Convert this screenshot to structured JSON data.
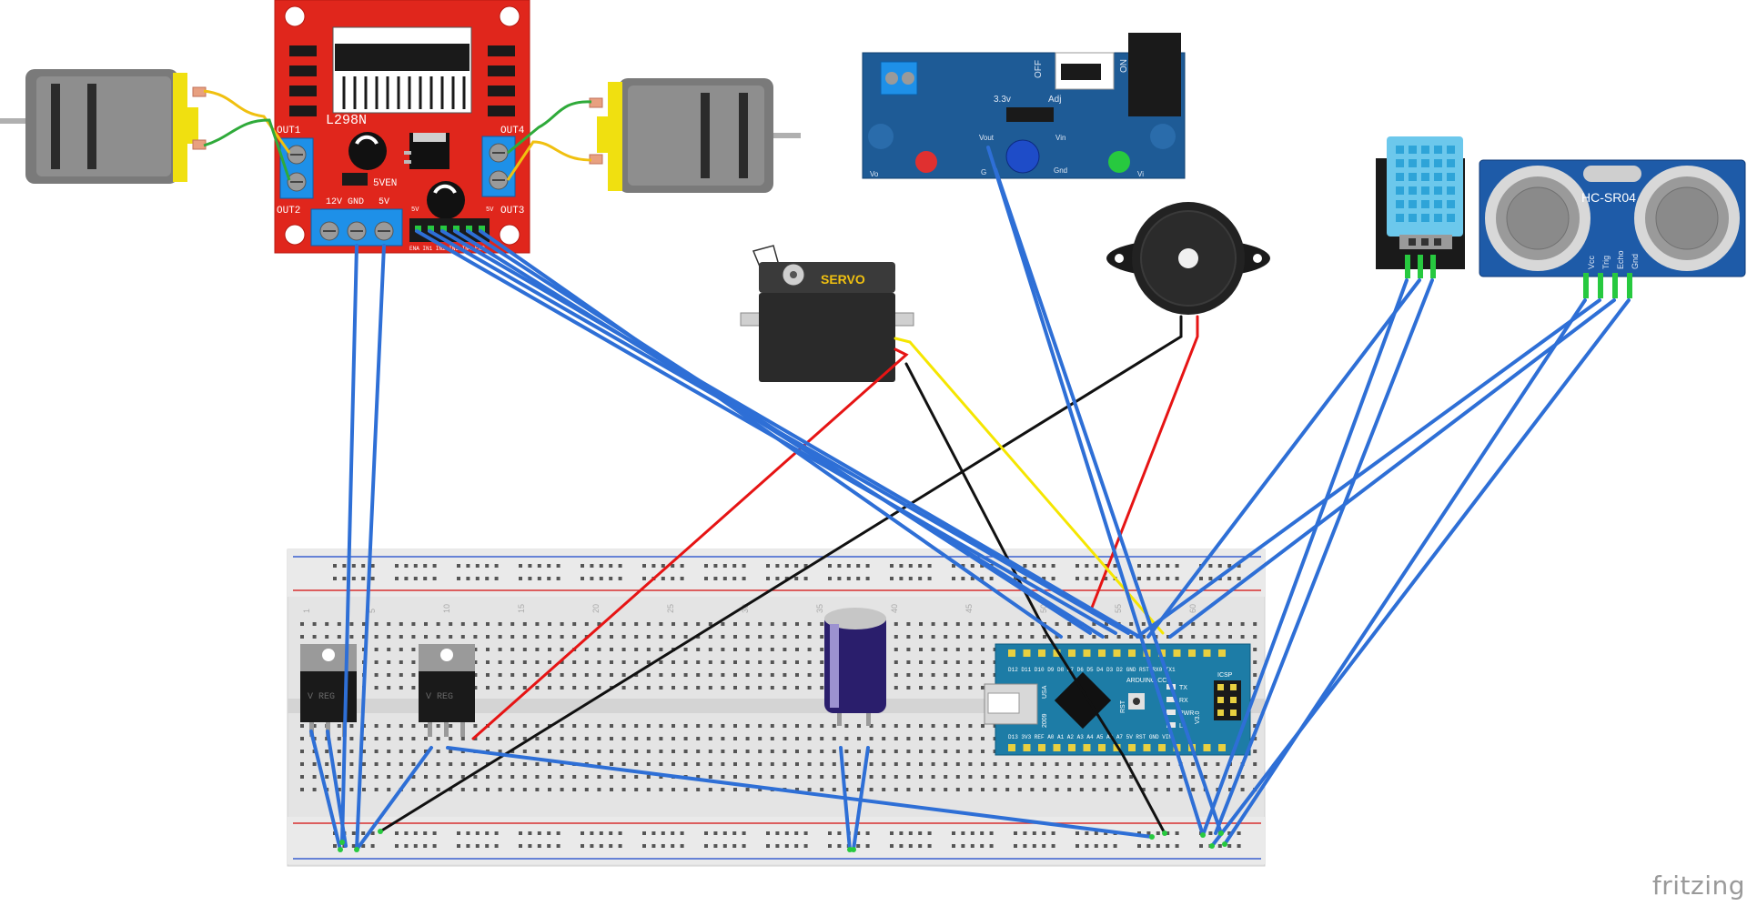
{
  "modules": {
    "driver": {
      "chip": "L298N",
      "out1": "OUT1",
      "out2": "OUT2",
      "out3": "OUT3",
      "out4": "OUT4",
      "pwr_12v": "12V",
      "pwr_gnd": "GND",
      "pwr_5v": "5V",
      "jumper": "5VEN",
      "pin_left": "5V",
      "pin_right": "5V",
      "logic_pins": "ENA IN1 IN2 IN3 IN4 ENB"
    },
    "power_supply": {
      "off": "OFF",
      "on": "ON",
      "v33": "3.3v",
      "adj": "Adj",
      "vout": "Vout",
      "vin": "Vin",
      "gnd": "Gnd",
      "vo": "Vo",
      "vi": "Vi",
      "g": "G"
    },
    "servo": {
      "label": "SERVO"
    },
    "sonar": {
      "model": "HC-SR04",
      "vcc": "Vcc",
      "trig": "Trig",
      "echo": "Echo",
      "gnd": "Gnd"
    },
    "regulator": {
      "label": "V REG"
    },
    "nano": {
      "top_pins": "D12 D11 D10 D9 D8 D7 D6 D5 D4 D3 D2 GND RST RX0 TX1",
      "bottom_pins": "D13 3V3 REF A0 A1 A2 A3 A4 A5 A6 A7 5V RST GND VIN",
      "brand": "ARDUINO.CC",
      "version": "V3.0",
      "country": "USA",
      "year": "2009",
      "icsp": "ICSP",
      "rst": "RST",
      "tx": "TX",
      "rx": "RX",
      "pwr": "PWR",
      "l": "L"
    }
  },
  "breadboard": {
    "col_numbers": [
      "1",
      "5",
      "10",
      "15",
      "20",
      "25",
      "30",
      "35",
      "40",
      "45",
      "50",
      "55",
      "60"
    ]
  },
  "brand": "fritzing",
  "colors": {
    "board_red": "#e0261c",
    "board_blue": "#1e5b96",
    "wire_blue": "#2e6fd6",
    "wire_red": "#e61414",
    "wire_black": "#111111",
    "wire_yellow": "#f5e600",
    "motor_yellow": "#f0e010",
    "breadboard": "#e6e6e6"
  }
}
